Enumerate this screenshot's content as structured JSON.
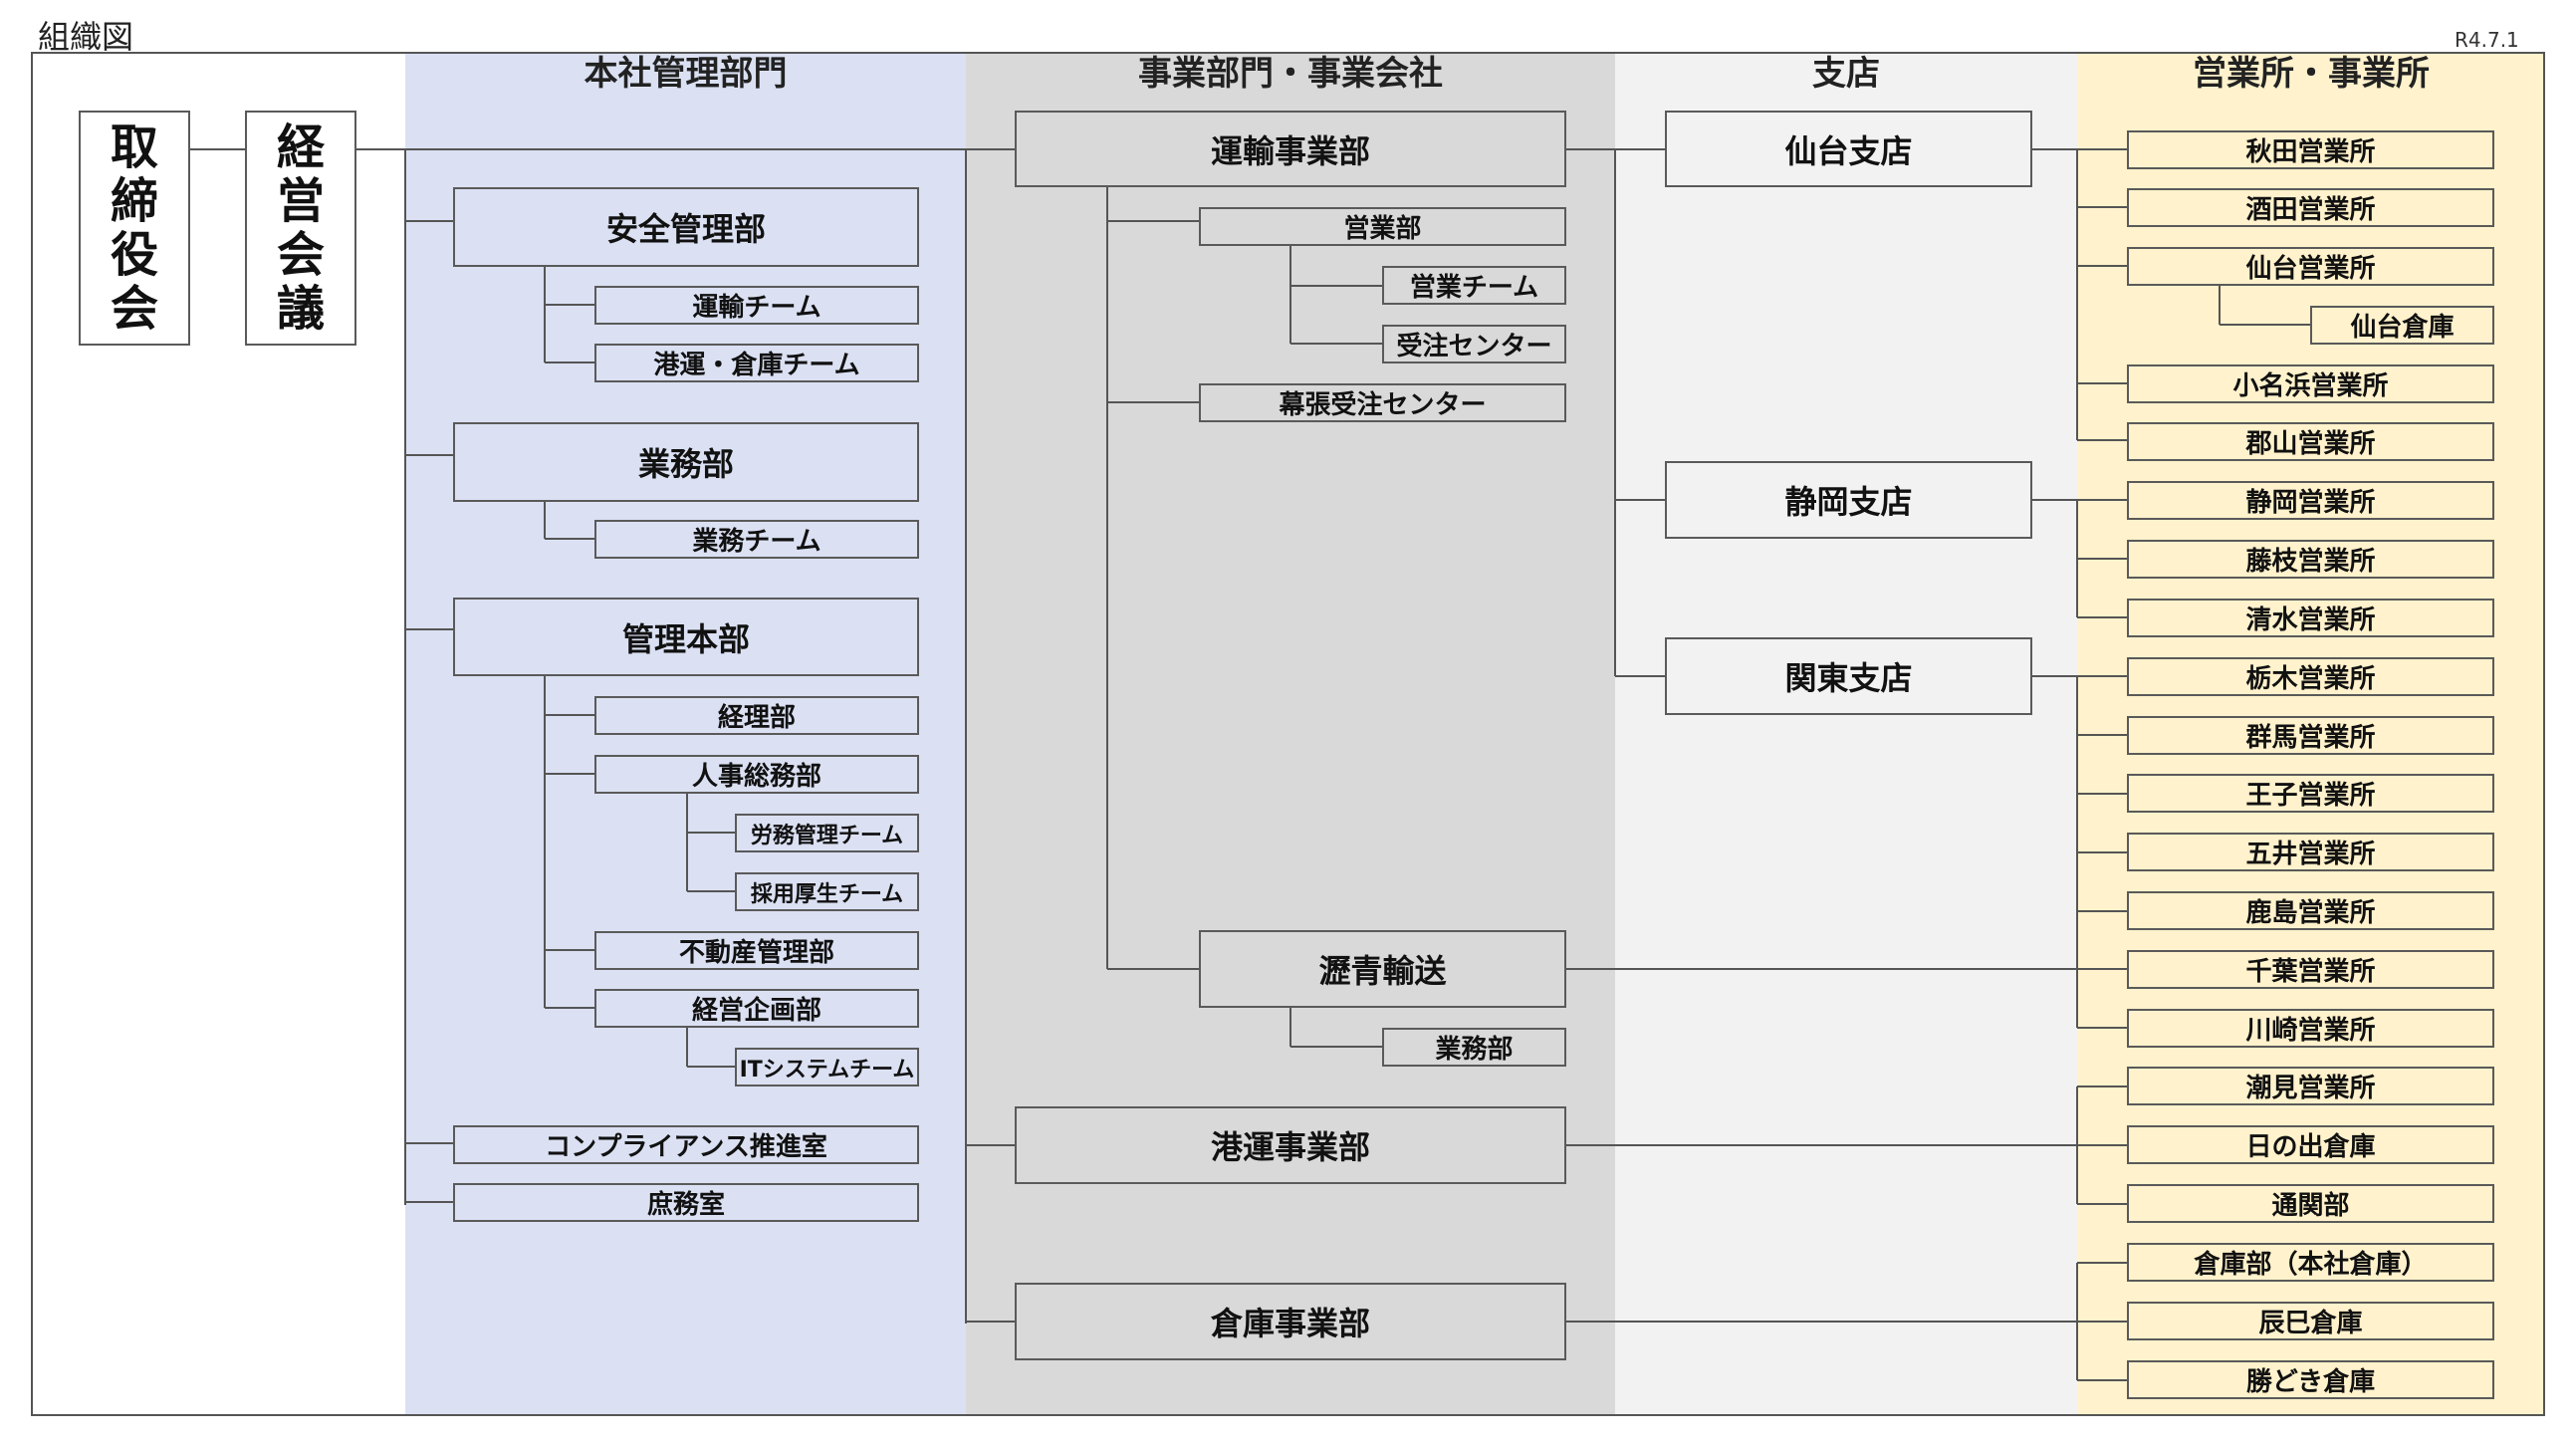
{
  "header": {
    "title": "組織図",
    "date": "R4.7.1"
  },
  "columns": [
    "本社管理部門",
    "事業部門・事業会社",
    "支店",
    "営業所・事業所"
  ],
  "top": {
    "board": "取締役会",
    "council": "経営会議"
  },
  "hq": {
    "safety": "安全管理部",
    "transport_team": "運輸チーム",
    "port_team": "港運・倉庫チーム",
    "business": "業務部",
    "business_team": "業務チーム",
    "admin_hq": "管理本部",
    "accounting": "経理部",
    "hr": "人事総務部",
    "labor_team": "労務管理チーム",
    "recruit_team": "採用厚生チーム",
    "real_estate": "不動産管理部",
    "planning": "経営企画部",
    "it_team": "ITシステムチーム",
    "compliance": "コンプライアンス推進室",
    "general_affairs": "庶務室"
  },
  "division": {
    "transport": "運輸事業部",
    "sales": "営業部",
    "sales_team": "営業チーム",
    "order_center": "受注センター",
    "makuhari": "幕張受注センター",
    "asphalt": "瀝青輸送",
    "asphalt_business": "業務部",
    "port": "港運事業部",
    "warehouse": "倉庫事業部"
  },
  "branches": {
    "sendai": "仙台支店",
    "shizuoka": "静岡支店",
    "kanto": "関東支店"
  },
  "offices": {
    "akita": "秋田営業所",
    "sakata": "酒田営業所",
    "sendai": "仙台営業所",
    "sendai_warehouse": "仙台倉庫",
    "onahama": "小名浜営業所",
    "koriyama": "郡山営業所",
    "shizuoka": "静岡営業所",
    "fujieda": "藤枝営業所",
    "shimizu": "清水営業所",
    "tochigi": "栃木営業所",
    "gunma": "群馬営業所",
    "oji": "王子営業所",
    "goi": "五井営業所",
    "kashima": "鹿島営業所",
    "chiba": "千葉営業所",
    "kawasaki": "川崎営業所",
    "ushiomi": "潮見営業所",
    "hinode": "日の出倉庫",
    "customs": "通関部",
    "warehouse_hq": "倉庫部（本社倉庫）",
    "tatsumi": "辰巳倉庫",
    "kachidoki": "勝どき倉庫"
  },
  "colors": {
    "hq_bg": "#dbe1f3",
    "division_bg": "#d9d9d9",
    "branch_bg": "#f2f2f2",
    "office_bg": "#fff2cc",
    "line": "#555555"
  }
}
